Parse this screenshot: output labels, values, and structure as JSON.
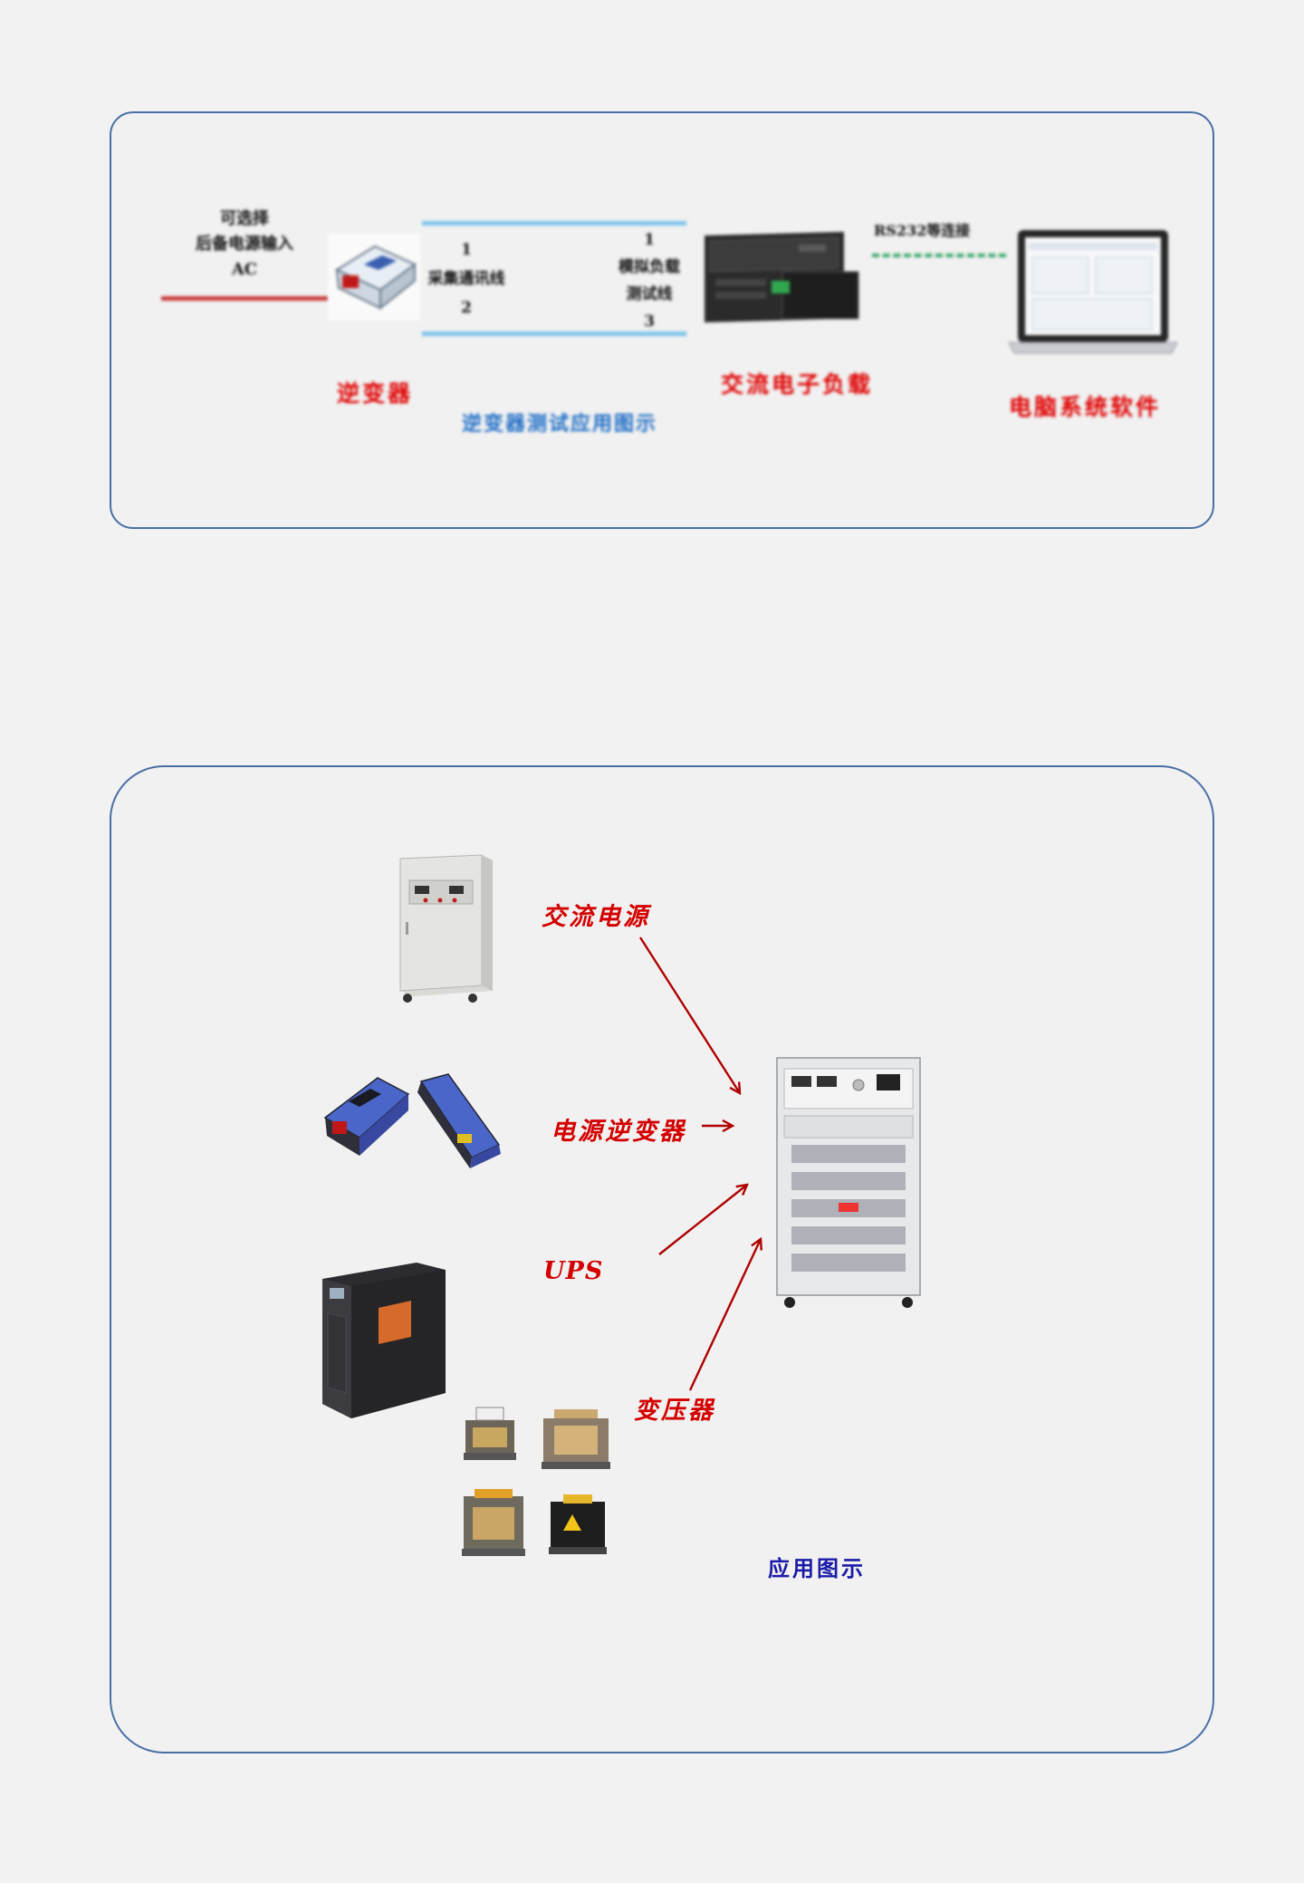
{
  "top_diagram": {
    "input_label_lines": [
      "可选择",
      "后备电源输入",
      "AC"
    ],
    "link_label_left": [
      "1",
      "采集通讯线",
      "2"
    ],
    "link_label_right": [
      "1",
      "模拟负载",
      "测试线",
      "3"
    ],
    "pc_link_label": "RS232等连接",
    "device_label_inverter": "逆变器",
    "device_label_load": "交流电子负载",
    "device_label_pc": "电脑系统软件",
    "caption": "逆变器测试应用图示"
  },
  "bottom_diagram": {
    "labels": {
      "ac_source": "交流电源",
      "inverter": "电源逆变器",
      "ups": "UPS",
      "transformer": "变压器"
    },
    "caption": "应用图示"
  },
  "colors": {
    "panel_border": "#4a6fa5",
    "label_red": "#d40000",
    "caption_blue": "#1a1aa8",
    "arrow_red": "#b00000"
  },
  "icons": {
    "inverter": "inverter-icon",
    "electronic_load": "electronic-load-icon",
    "laptop": "laptop-icon",
    "ac_power_cabinet": "ac-power-cabinet-icon",
    "ups": "ups-icon",
    "transformer": "transformer-icon"
  }
}
